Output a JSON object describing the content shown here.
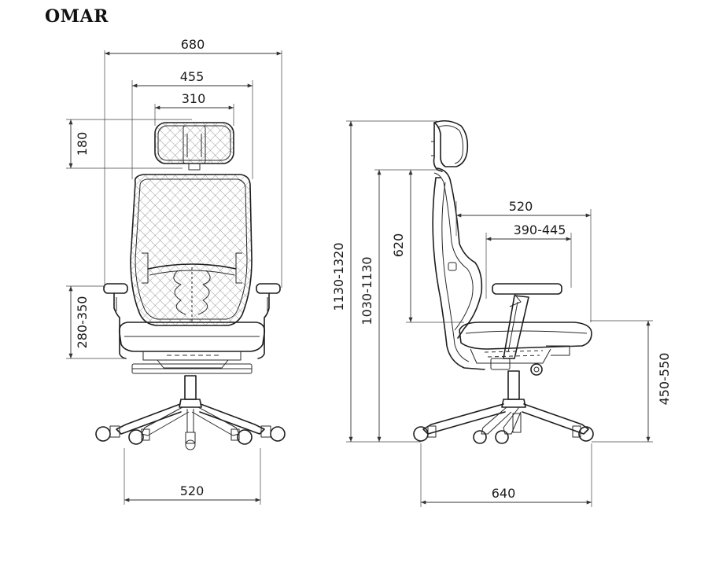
{
  "title": "OMAR",
  "front_view": {
    "dimensions": {
      "overall_width": "680",
      "backrest_width": "455",
      "headrest_width": "310",
      "headrest_height": "180",
      "armrest_height": "280-350",
      "base_width": "520"
    }
  },
  "side_view": {
    "dimensions": {
      "overall_height": "1130-1320",
      "height_without_headrest": "1030-1130",
      "backrest_height": "620",
      "seat_depth": "520",
      "seat_depth_adjust": "390-445",
      "seat_height": "450-550",
      "base_depth": "640"
    }
  }
}
